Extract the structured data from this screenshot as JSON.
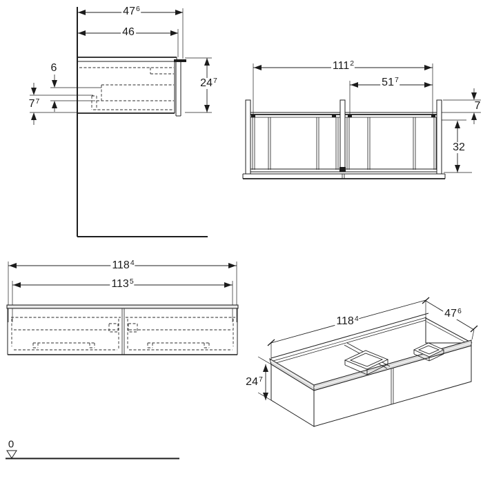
{
  "drawing": {
    "kind": "bathroom vanity cabinet technical drawing",
    "line_color": "#1c1c1c",
    "hidden_line_color": "#2a2a2a",
    "edge_fill_color": "#d9d9d9"
  },
  "dims": {
    "side": {
      "depth_overall": {
        "main": "47",
        "sup": "6"
      },
      "depth_body": {
        "main": "46",
        "sup": ""
      },
      "top_clearance": {
        "main": "6",
        "sup": ""
      },
      "bottom_clearance": {
        "main": "7",
        "sup": "7"
      },
      "height": {
        "main": "24",
        "sup": "7"
      }
    },
    "top": {
      "width_inner_overall": {
        "main": "111",
        "sup": "2"
      },
      "width_right_section": {
        "main": "51",
        "sup": "7"
      },
      "rail_depth": {
        "main": "7",
        "sup": ""
      },
      "inner_depth": {
        "main": "32",
        "sup": ""
      }
    },
    "front": {
      "width_overall": {
        "main": "118",
        "sup": "4"
      },
      "width_body": {
        "main": "113",
        "sup": "5"
      }
    },
    "perspective": {
      "width": {
        "main": "118",
        "sup": "4"
      },
      "depth": {
        "main": "47",
        "sup": "6"
      },
      "height": {
        "main": "24",
        "sup": "7"
      }
    },
    "datum": {
      "main": "0",
      "sup": ""
    }
  }
}
